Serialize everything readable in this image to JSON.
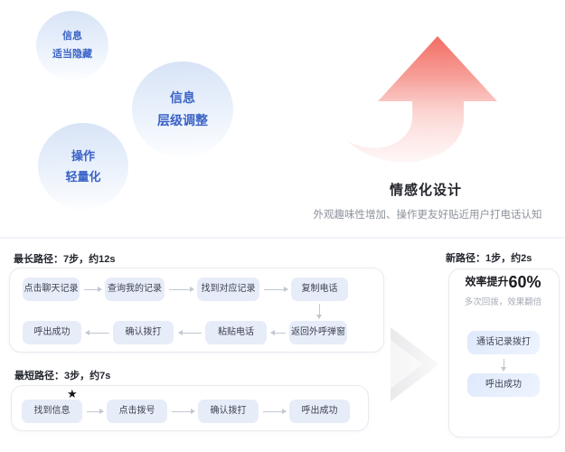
{
  "principles": {
    "bubbles": [
      {
        "line1": "信息",
        "line2": "适当隐藏"
      },
      {
        "line1": "信息",
        "line2": "层级调整"
      },
      {
        "line1": "操作",
        "line2": "轻量化"
      }
    ]
  },
  "emotional_design": {
    "title": "情感化设计",
    "subtitle": "外观趣味性增加、操作更友好贴近用户打电话认知"
  },
  "longest_path": {
    "header": "最长路径：7步，约12s",
    "row1": [
      "点击聊天记录",
      "查询我的记录",
      "找到对应记录",
      "复制电话"
    ],
    "row2": [
      "呼出成功",
      "确认拨打",
      "粘贴电话",
      "返回外呼弹窗"
    ]
  },
  "shortest_path": {
    "header": "最短路径：3步，约7s",
    "star": "★",
    "steps": [
      "找到信息",
      "点击拨号",
      "确认拨打",
      "呼出成功"
    ]
  },
  "new_path": {
    "header": "新路径：1步，约2s",
    "metric_label": "效率提升",
    "metric_value": "60%",
    "metric_note": "多次回拨，效果翻倍",
    "steps": [
      "通话记录拨打",
      "呼出成功"
    ]
  },
  "colors": {
    "bubble_text": "#3b63c7",
    "bubble_fill": "#d7e3f6",
    "flow_box_fill": "#e7ecf9",
    "pink_arrow": "#f2685d",
    "muted_text": "#8d939c",
    "connector": "#c2c7d2"
  }
}
